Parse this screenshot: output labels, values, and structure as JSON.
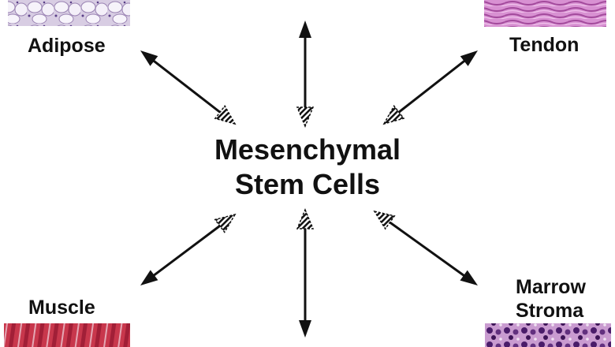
{
  "center": {
    "line1": "Mesenchymal",
    "line2": "Stem Cells"
  },
  "tissues": {
    "adipose": "Adipose",
    "tendon": "Tendon",
    "muscle": "Muscle",
    "marrow_line1": "Marrow",
    "marrow_line2": "Stroma"
  },
  "colors": {
    "arrow": "#111111",
    "adipose_stain": "#c9b5d6",
    "tendon_stain": "#c86fc3",
    "muscle_stain": "#c2334a",
    "marrow_stain": "#b37ec0"
  },
  "icons": {
    "arrow_head": "solid-triangle",
    "arrow_tail": "dashed-hollow-triangle"
  }
}
